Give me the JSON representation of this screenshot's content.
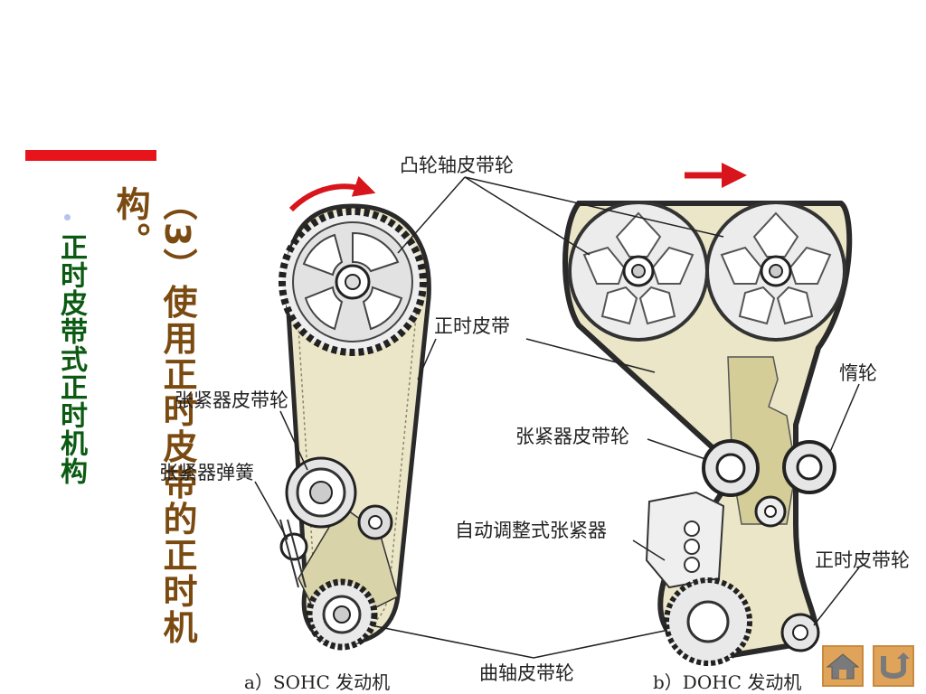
{
  "side_title": "正时皮带式正时机构",
  "main_title": "（3）使用正时皮带的正时机构。",
  "labels": {
    "camshaft_pulley": "凸轮轴皮带轮",
    "timing_belt": "正时皮带",
    "tensioner_pulley_a": "张紧器皮带轮",
    "tensioner_spring": "张紧器弹簧",
    "idler": "惰轮",
    "tensioner_pulley_b": "张紧器皮带轮",
    "auto_tensioner": "自动调整式张紧器",
    "timing_belt_pulley": "正时皮带轮",
    "crankshaft_pulley": "曲轴皮带轮"
  },
  "captions": {
    "a": "a）SOHC 发动机",
    "b": "b）DOHC 发动机"
  },
  "nav": {
    "home_icon": "home-icon",
    "back_icon": "return-icon"
  },
  "colors": {
    "accent_red": "#e8141c",
    "green_title": "#0b5a12",
    "brown_title": "#7a4a10",
    "belt_fill": "#ebe6c8",
    "nav_button": "#e0a35a"
  }
}
